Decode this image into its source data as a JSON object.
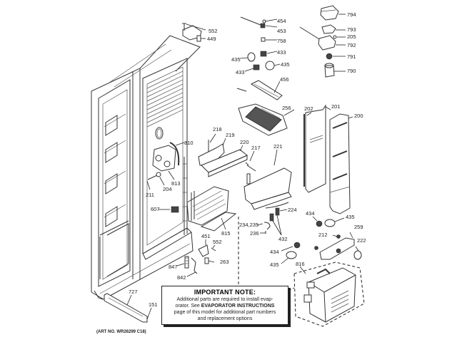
{
  "diagram": {
    "title": "Refrigerator fresh food section parts",
    "art_number": "(ART NO. WR26299 C18)",
    "note": {
      "title": "IMPORTANT NOTE:",
      "line1": "Additional parts are required to install evap-",
      "line2_prefix": "orator.  See ",
      "line2_bold": "EVAPORATOR INSTRUCTIONS",
      "line3": "page of this model for additional part numbers",
      "line4": "and replacement options"
    },
    "part_labels": [
      {
        "id": "552a",
        "text": "552"
      },
      {
        "id": "449",
        "text": "449"
      },
      {
        "id": "454",
        "text": "454"
      },
      {
        "id": "453",
        "text": "453"
      },
      {
        "id": "758",
        "text": "758"
      },
      {
        "id": "433a",
        "text": "433"
      },
      {
        "id": "435a",
        "text": "435"
      },
      {
        "id": "433b",
        "text": "433"
      },
      {
        "id": "435b",
        "text": "435"
      },
      {
        "id": "456",
        "text": "456"
      },
      {
        "id": "256",
        "text": "256"
      },
      {
        "id": "794",
        "text": "794"
      },
      {
        "id": "793",
        "text": "793"
      },
      {
        "id": "205",
        "text": "205"
      },
      {
        "id": "792",
        "text": "792"
      },
      {
        "id": "791",
        "text": "791"
      },
      {
        "id": "790",
        "text": "790"
      },
      {
        "id": "202",
        "text": "202"
      },
      {
        "id": "201",
        "text": "201"
      },
      {
        "id": "200",
        "text": "200"
      },
      {
        "id": "810",
        "text": "810"
      },
      {
        "id": "218",
        "text": "218"
      },
      {
        "id": "219",
        "text": "219"
      },
      {
        "id": "220",
        "text": "220"
      },
      {
        "id": "217",
        "text": "217"
      },
      {
        "id": "221",
        "text": "221"
      },
      {
        "id": "813",
        "text": "813"
      },
      {
        "id": "204",
        "text": "204"
      },
      {
        "id": "211",
        "text": "211"
      },
      {
        "id": "607",
        "text": "607"
      },
      {
        "id": "815",
        "text": "815"
      },
      {
        "id": "224",
        "text": "224"
      },
      {
        "id": "234_235",
        "text": "234,235"
      },
      {
        "id": "236",
        "text": "236"
      },
      {
        "id": "432",
        "text": "432"
      },
      {
        "id": "434a",
        "text": "434"
      },
      {
        "id": "435c",
        "text": "435"
      },
      {
        "id": "259",
        "text": "259"
      },
      {
        "id": "212",
        "text": "212"
      },
      {
        "id": "222",
        "text": "222"
      },
      {
        "id": "434b",
        "text": "434"
      },
      {
        "id": "435d",
        "text": "435"
      },
      {
        "id": "451",
        "text": "451"
      },
      {
        "id": "552b",
        "text": "552"
      },
      {
        "id": "263",
        "text": "263"
      },
      {
        "id": "847",
        "text": "847"
      },
      {
        "id": "842",
        "text": "842"
      },
      {
        "id": "816",
        "text": "816"
      },
      {
        "id": "727",
        "text": "727"
      },
      {
        "id": "151",
        "text": "151"
      }
    ]
  }
}
